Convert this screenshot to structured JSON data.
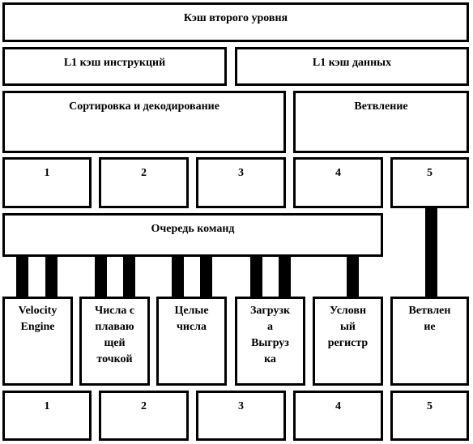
{
  "diagram": {
    "l2_cache": "Кэш второго уровня",
    "l1_instruction_cache": "L1 кэш инструкций",
    "l1_data_cache": "L1 кэш данных",
    "sort_decode": "Сортировка и декодирование",
    "branch_top": "Ветвление",
    "dispatch_slots": [
      "1",
      "2",
      "3",
      "4",
      "5"
    ],
    "instruction_queue": "Очередь команд",
    "units": [
      [
        "Velocity",
        "Engine"
      ],
      [
        "Числа с",
        "плаваю",
        "щей",
        "точкой"
      ],
      [
        "Целые",
        "числа"
      ],
      [
        "Загрузк",
        "а",
        "Выгруз",
        "ка"
      ],
      [
        "Условн",
        "ый",
        "регистр"
      ],
      [
        "Ветвлен",
        "ие"
      ]
    ],
    "completion_slots": [
      "1",
      "2",
      "3",
      "4",
      "5"
    ]
  }
}
